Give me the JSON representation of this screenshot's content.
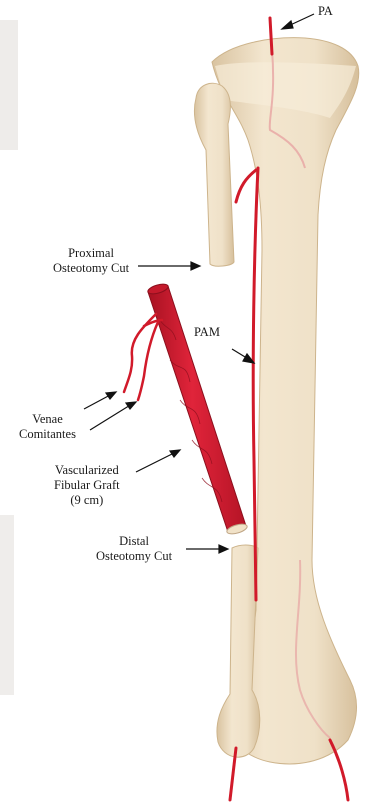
{
  "labels": {
    "pa": "PA",
    "pam": "PAM",
    "proximal_cut": [
      "Proximal",
      "Osteotomy Cut"
    ],
    "venae": [
      "Venae",
      "Comitantes"
    ],
    "graft": [
      "Vascularized",
      "Fibular Graft",
      "(9 cm)"
    ],
    "distal_cut": [
      "Distal",
      "Osteotomy Cut"
    ]
  },
  "colors": {
    "bone": "#efe1c8",
    "bone_shadow": "#dcc7a4",
    "vessel": "#d11a2a",
    "vessel_dark": "#9e1020",
    "background_smudge": "#eceae7"
  }
}
